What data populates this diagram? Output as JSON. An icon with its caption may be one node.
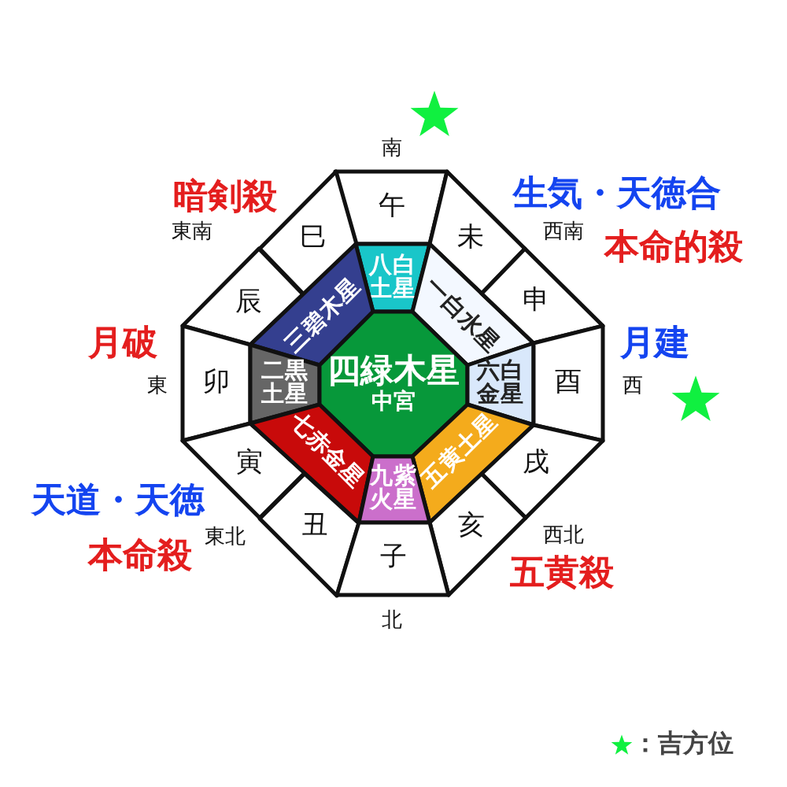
{
  "diagram": {
    "nodes": [
      {
        "text": [
          "午"
        ]
      },
      {
        "text": [
          "巳"
        ]
      },
      {
        "text": [
          "未"
        ]
      },
      {
        "text": [
          "八白土星"
        ]
      },
      {
        "text": [
          "辰"
        ]
      },
      {
        "text": [
          "三碧木星"
        ]
      },
      {
        "text": [
          "一白水星"
        ]
      },
      {
        "text": [
          "申"
        ]
      },
      {
        "text": [
          "卯"
        ]
      },
      {
        "text": [
          "二黒土星"
        ]
      },
      {
        "text": [
          "四緑木星",
          "中宮"
        ]
      },
      {
        "text": [
          "六白金星"
        ]
      },
      {
        "text": [
          "酉"
        ]
      },
      {
        "text": [
          "寅"
        ]
      },
      {
        "text": [
          "七赤金星"
        ]
      },
      {
        "text": [
          "五黄土星"
        ]
      },
      {
        "text": [
          "戌"
        ]
      },
      {
        "text": [
          "九紫火星"
        ]
      },
      {
        "text": [
          "丑"
        ]
      },
      {
        "text": [
          "亥"
        ]
      },
      {
        "text": [
          "子"
        ]
      }
    ],
    "edges": [],
    "labels": [
      "南",
      "暗剣殺",
      "生気・天徳合",
      "東南",
      "西南",
      "本命的殺",
      "月破",
      "月建",
      "東",
      "西",
      "天道・天徳",
      "東北",
      "西北",
      "本命殺",
      "五黄殺",
      "北"
    ],
    "legend": [
      {
        "text": "：吉方位"
      }
    ]
  }
}
